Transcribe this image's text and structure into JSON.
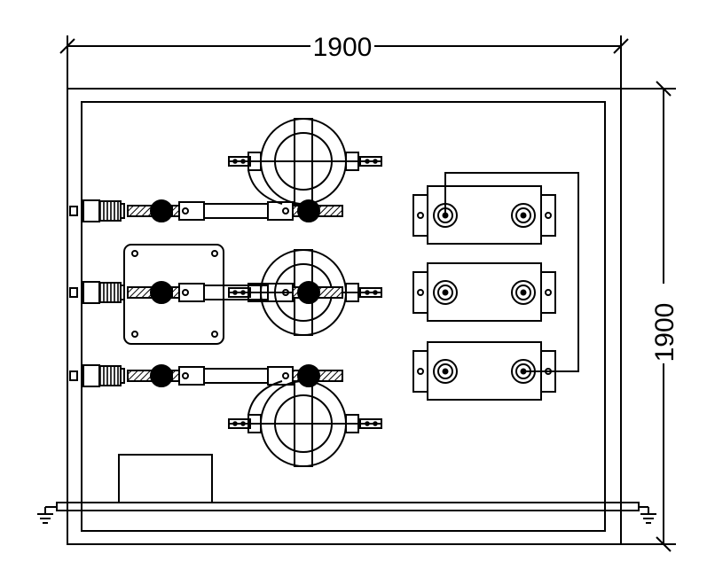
{
  "dimensions": {
    "width_label": "1900",
    "height_label": "1900"
  },
  "components": {
    "terminal_rows": 3,
    "current_transformers": 3,
    "meters": 3,
    "mounting_plate": 1,
    "nameplate_box": 1,
    "ground_symbols": 2
  },
  "colors": {
    "line": "#000000",
    "background": "#ffffff"
  }
}
